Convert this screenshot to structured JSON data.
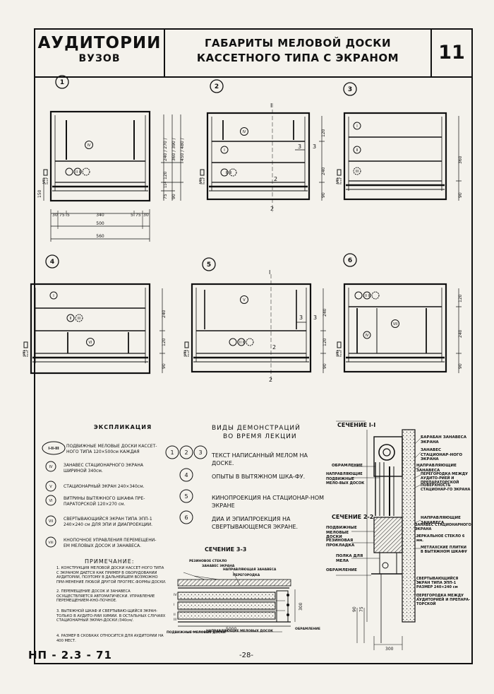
{
  "header": {
    "left_title": "АУДИТОРИИ",
    "left_subtitle": "ВУЗОВ",
    "main_title_line1": "ГАБАРИТЫ МЕЛОВОЙ ДОСКИ",
    "main_title_line2": "КАССЕТНОГО ТИПА С ЭКРАНОМ",
    "sheet_number": "11"
  },
  "variants": [
    "1",
    "2",
    "3",
    "4",
    "5",
    "6"
  ],
  "section_marks": {
    "one": "I",
    "two": "2",
    "three": "3"
  },
  "panel_labels": {
    "p1_main": "IV",
    "p1_boards": "I II III",
    "p2_top": "IV",
    "p2_mid": "I",
    "p2_boards": "II III",
    "p3_a": "I",
    "p3_b": "II",
    "p3_c": "III",
    "p4_a": "I",
    "p4_b": "II",
    "p4_c": "III",
    "p4_d": "VI",
    "p5_a": "V",
    "p5_b": "I II III",
    "p6_a": "I II III",
    "p6_b": "IV",
    "p6_c": "VII",
    "button": "VIII"
  },
  "dimensions_v1": {
    "side_a": "240 / 270 /",
    "side_b": "360 / 390 /",
    "side_c": "450 / 480 /",
    "h120": "120",
    "h90": "90",
    "h75": "75",
    "h11": "11",
    "h4": "4",
    "h150": "150",
    "bottom_row": [
      "30",
      "75",
      "5",
      "340",
      "5",
      "75",
      "30"
    ],
    "total_500": "500",
    "total_560": "560"
  },
  "dimensions_v2": {
    "h120": "120",
    "h240": "240",
    "h90": "90"
  },
  "dimensions_v3": {
    "h360": "360",
    "h90": "90"
  },
  "dimensions_v4": {
    "h240": "240",
    "h120": "120",
    "h90": "90"
  },
  "dimensions_v5": {
    "h240": "240",
    "h120": "120",
    "h90": "90"
  },
  "dimensions_v6": {
    "h120": "120",
    "h240": "240",
    "h90": "90"
  },
  "explication": {
    "title": "ЭКСПЛИКАЦИЯ",
    "items": [
      {
        "mark": "I-II-III",
        "text": "ПОДВИЖНЫЕ МЕЛОВЫЕ ДОСКИ КАССЕТ-НОГО ТИПА 120×500см КАЖДАЯ"
      },
      {
        "mark": "IV",
        "text": "ЗАНАВЕС СТАЦИОНАРНОГО ЭКРАНА ШИРИНОЙ 340см."
      },
      {
        "mark": "V",
        "text": "СТАЦИОНАРНЫЙ ЭКРАН 240×340см."
      },
      {
        "mark": "VI",
        "text": "ВИТРИНЫ ВЫТЯЖНОГО ШКАФА ПРЕ-ПАРАТОРСКОЙ 120×270 см."
      },
      {
        "mark": "VII",
        "text": "СВЕРТЫВАЮЩИЙСЯ ЭКРАН ТИПА ЭПП-1 240×240 см ДЛЯ ЭПИ И ДИАПРОЕКЦИИ."
      },
      {
        "mark": "VIII",
        "text": "КНОПОЧНОЕ УПРАВЛЕНИЯ ПЕРЕМЕЩЕНИ-ЕМ МЕЛОВЫХ ДОСОК И ЗАНАВЕСА."
      }
    ]
  },
  "notes": {
    "title": "ПРИМЕЧАНИЕ:",
    "items": [
      "1. КОНСТРУКЦИЯ МЕЛОВОЙ ДОСКИ КАССЕТ-НОГО ТИПА С ЭКРАНОМ ДАЕТСЯ КАК ПРИМЕР В ОБОРУДОВАНИИ АУДИТОРИИ, ПОЭТОМУ В ДАЛЬНЕЙШЕМ ВОЗМОЖНО ПРИ-МЕНЕНИЕ ЛЮБОЙ ДРУГОЙ ПРОГРЕС.ФОРМЫ ДОСКИ.",
      "2. ПЕРЕМЕЩЕНИЕ ДОСОК И ЗАНАВЕСА ОСУЩЕСТВЛЯЕТСЯ АВТОМАТИЧЕСКИ. УПРАВЛЕНИЕ ПЕРЕМЕЩЕНИЕМ-КНО-ПОЧНОЕ.",
      "3. ВЫТЯЖНОЙ ШКАФ И СВЕРТЫВАЮ-ЩИЙСЯ ЭКРАН-ТОЛЬКО В АУДИТО-РИИ ХИМИИ. В ОСТАЛЬНЫХ СЛУЧАЯХ СТАЦИОНАРНЫЙ ЭКРАН-ДОСКИ /340см/.",
      "4. РАЗМЕР В СКОБКАХ ОТНОСИТСЯ ДЛЯ АУДИТОРИИ НА 400 МЕСТ."
    ]
  },
  "demonstrations": {
    "title_line1": "ВИДЫ ДЕМОНСТРАЦИЙ",
    "title_line2": "ВО ВРЕМЯ ЛЕКЦИИ",
    "items": [
      {
        "marks": [
          "1",
          "2",
          "3"
        ],
        "text": "ТЕКСТ НАПИСАННЫЙ МЕЛОМ НА ДОСКЕ."
      },
      {
        "marks": [
          "4"
        ],
        "text": "ОПЫТЫ В ВЫТЯЖНОМ ШКА-ФУ."
      },
      {
        "marks": [
          "5"
        ],
        "text": "КИНОПРОЕКЦИЯ НА СТАЦИОНАР-НОМ ЭКРАНЕ"
      },
      {
        "marks": [
          "6"
        ],
        "text": "ДИА И ЭПИАПРОЕКЦИЯ НА СВЕРТЫВАЮЩЕМСЯ ЭКРАНЕ."
      }
    ]
  },
  "section_33": {
    "title": "СЕЧЕНИЕ 3-3",
    "labels": {
      "glass": "РЕЗИНОВОЕ СТЕКЛО",
      "screen_curtain": "ЗАНАВЕС ЭКРАНА",
      "guide_curtain": "НАПРАВЛЯЮЩАЯ ЗАНАВЕСА",
      "partition": "ПЕРЕГОРОДКА",
      "moving_boards": "ПОДВИЖНЫЕ МЕЛОВЫЕ ДОСКИ",
      "guide_boards": "НАПРАВЛЯЮЩИЕ МЕЛОВЫХ ДОСОК",
      "framing": "ОБРАМЛЕНИЕ",
      "dim_5000": "5000",
      "dim_300": "300",
      "marks": [
        "IV",
        "I",
        "II",
        "III"
      ]
    }
  },
  "section_11": {
    "title": "СЕЧЕНИЕ I-I",
    "labels": {
      "drum": "БАРАБАН ЗАНАВЕСА ЭКРАНА",
      "curtain": "ЗАНАВЕС СТАЦИОНАР-НОГО ЭКРАНА",
      "guides_curtain": "НАПРАВЛЯЮЩИЕ ЗАНАВЕСА",
      "partition_aud": "ПЕРЕГОРОДКА МЕЖДУ АУДИТО-РИЕЙ И ПРЕПАРАТОРСКОЙ",
      "surface": "ПОВЕРХНОСТЬ СТАЦИОНАР-ГО ЭКРАНА",
      "framing": "ОБРАМЛЕНИЕ",
      "guides": "НАПРАВЛЯЮЩИЕ",
      "moving_boards": "ПОДВИЖНЫЕ МЕЛО-ВЫХ ДОСОК"
    }
  },
  "section_22": {
    "title": "СЕЧЕНИЕ 2-2",
    "labels": {
      "guide_curtain": "НАПРАВЛЯЮЩИЕ ЗАНАВЕСА",
      "curtain_screen": "ЗАНАВЕС СТАЦИОНАРНОГО ЭКРАНА",
      "mirror_glass": "ЗЕРКАЛЬНОЕ СТЕКЛО 6 мм.",
      "moving_boards": "ПОДВИЖНЫЕ МЕЛОВЫЕ ДОСКИ",
      "rubber": "РЕЗИНОВАЯ ПРОКЛАДКА",
      "tiles": "МЕТЛАХСКИЕ ПЛИТКИ В ВЫТЯЖНОМ ШКАФУ",
      "shelf": "ПОЛКА ДЛЯ МЕЛА",
      "framing": "ОБРАМЛЕНИЕ",
      "screen_eppo": "СВЕРТЫВАЮЩИЙСЯ ЭКРАН ТИПА ЭПП-1 РАЗМЕР 240×240 см",
      "partition": "ПЕРЕГОРОДКА МЕЖДУ АУДИТОРИЕЙ И ПРЕПАРА-ТОРСКОЙ",
      "dim_90": "90",
      "dim_75": "75",
      "dim_300": "300"
    }
  },
  "footer": {
    "sheet_code": "НП - 2.3 - 71",
    "page": "-28-"
  }
}
